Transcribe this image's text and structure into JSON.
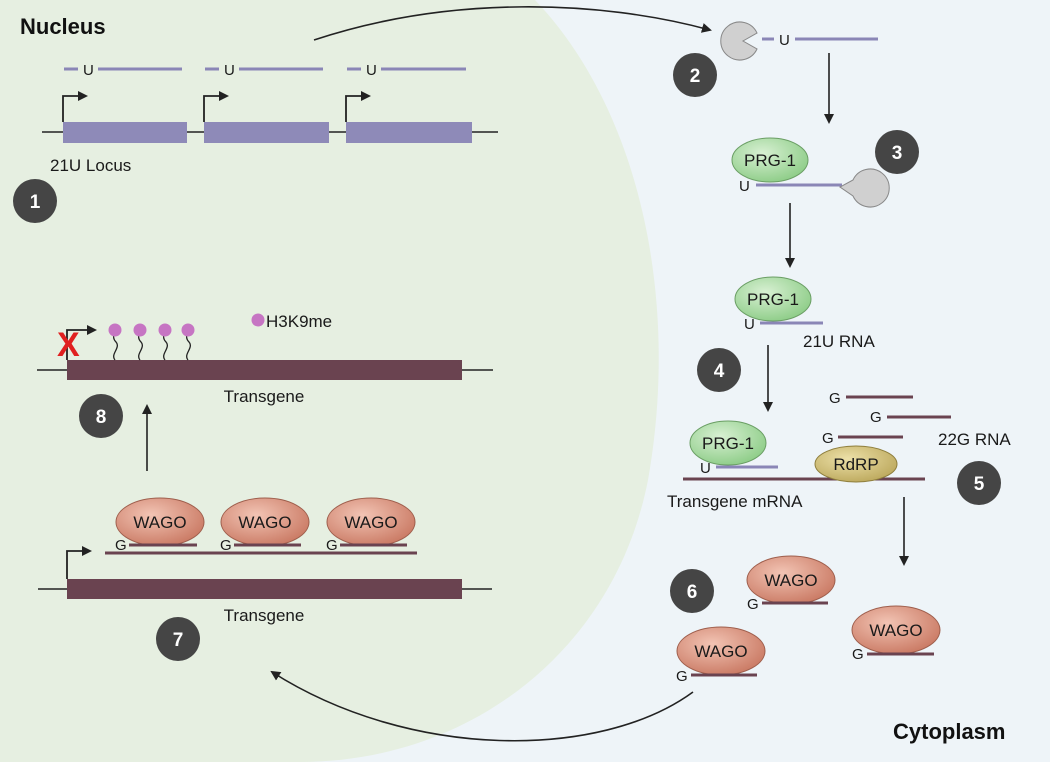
{
  "regions": {
    "nucleus": "Nucleus",
    "cytoplasm": "Cytoplasm"
  },
  "labels": {
    "locus": "21U Locus",
    "h3k9me": "H3K9me",
    "transgene_top": "Transgene",
    "transgene_bottom": "Transgene",
    "rna21u": "21U RNA",
    "rna22g": "22G RNA",
    "mrna": "Transgene mRNA"
  },
  "proteins": {
    "prg1": "PRG-1",
    "wago": "WAGO",
    "rdrp": "RdRP"
  },
  "bases": {
    "u": "U",
    "g": "G"
  },
  "steps": [
    "1",
    "2",
    "3",
    "4",
    "5",
    "6",
    "7",
    "8"
  ],
  "repression_mark": "X",
  "colors": {
    "cytoplasm_bg": "#eef4f8",
    "nucleus_bg": "#e6efe1",
    "locus_bar": "#8e8ab8",
    "rna_line": "#8a86b6",
    "transgene": "#6a4350",
    "prg1_fill": "#a9d9a4",
    "wago_fill": "#d9907c",
    "rdrp_fill": "#d2c27e",
    "enzyme": "#d0d0d0",
    "step_badge": "#454545",
    "methyl": "#c675c3",
    "x_mark": "#e02020"
  }
}
